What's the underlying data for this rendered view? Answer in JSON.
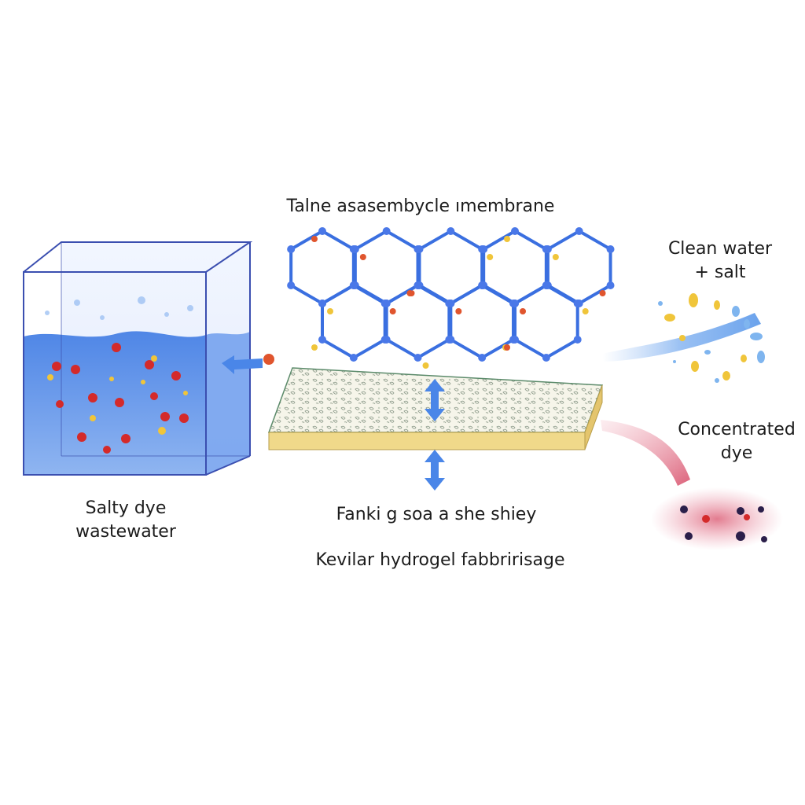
{
  "labels": {
    "membrane_title": "Talne asasembycle ımembrane",
    "wastewater_line1": "Salty dye",
    "wastewater_line2": "wastewater",
    "clean_line1": "Clean water",
    "clean_line2": "+ salt",
    "dye_line1": "Concentrated",
    "dye_line2": "dye",
    "layer_caption": "Fanki g soa a she shiey",
    "bottom_caption": "Kevilar hydrogel fabbririsage"
  },
  "colors": {
    "water": "#5b8fe6",
    "tank_edge": "#3b4fb0",
    "framework_bond": "#3a6fe0",
    "framework_node": "#4a78e8",
    "dye_particle": "#d42a2a",
    "salt_particle": "#f0c53a",
    "hydrogel_top": "#f4f2dd",
    "hydrogel_side": "#f0d98a",
    "flow_arrow": "#4a86e8",
    "dye_stream": "#d8506b",
    "dye_dots": "#2b1f4a"
  },
  "icons": [
    "flow-arrow-icon",
    "bidirectional-arrow-icon"
  ]
}
